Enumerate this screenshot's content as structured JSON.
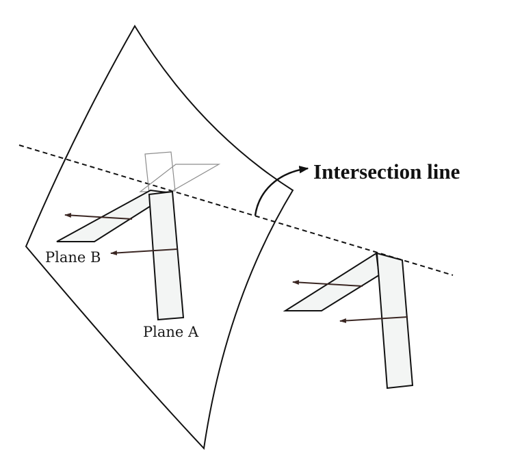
{
  "labels": {
    "intersection": "Intersection line",
    "plane_a": "Plane A",
    "plane_b": "Plane B"
  },
  "colors": {
    "stroke": "#111111",
    "plane_fill": "#f3f5f4",
    "arrow": "#3a2622",
    "ghost": "#8c8c8c"
  }
}
